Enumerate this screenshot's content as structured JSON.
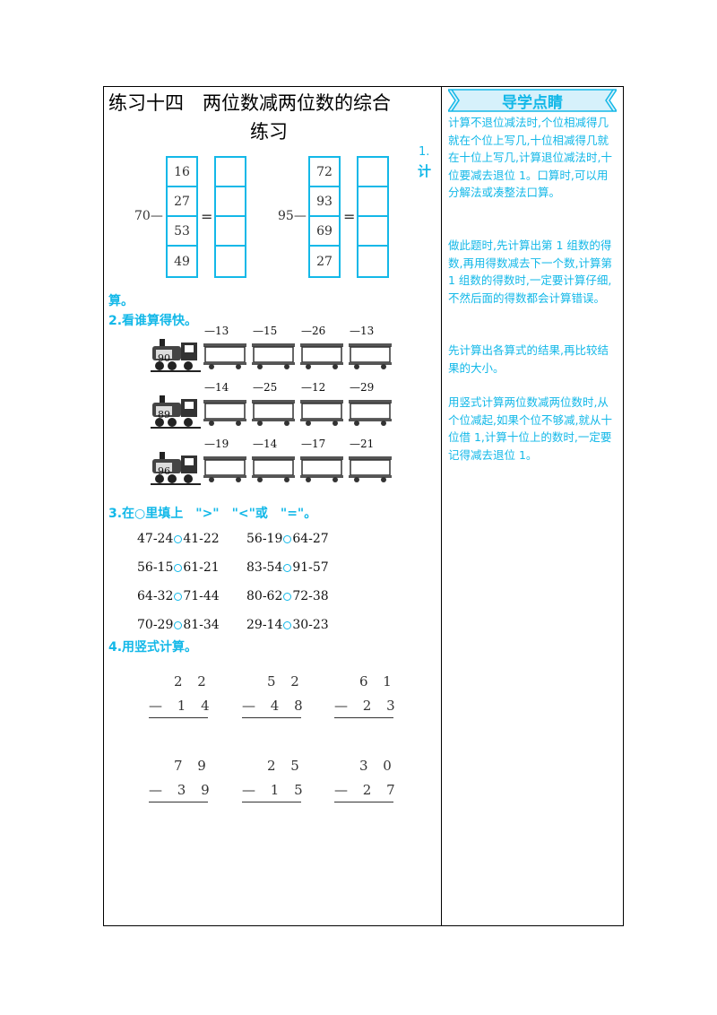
{
  "title_line1": "练习十四　两位数减两位数的综合",
  "title_line2": "练习",
  "q1": {
    "label_num": "1.",
    "label_char": "计",
    "label_tail": "算。",
    "left_minuend": "70—",
    "left_values": [
      "16",
      "27",
      "53",
      "49"
    ],
    "right_minuend": "95—",
    "right_values": [
      "72",
      "93",
      "69",
      "27"
    ],
    "equals": "="
  },
  "q2": {
    "label": "2.看谁算得快。",
    "trains": [
      {
        "start": "90",
        "subs": [
          "—13",
          "—15",
          "—26",
          "—13"
        ]
      },
      {
        "start": "89",
        "subs": [
          "—14",
          "—25",
          "—12",
          "—29"
        ]
      },
      {
        "start": "96",
        "subs": [
          "—19",
          "—14",
          "—17",
          "—21"
        ]
      }
    ]
  },
  "q3": {
    "label": "3.在○里填上　\">\"　\"<\"或　\"=\"。",
    "rows": [
      [
        [
          "47-24",
          "41-22"
        ],
        [
          "56-19",
          "64-27"
        ]
      ],
      [
        [
          "56-15",
          "61-21"
        ],
        [
          "83-54",
          "91-57"
        ]
      ],
      [
        [
          "64-32",
          "71-44"
        ],
        [
          "80-62",
          "72-38"
        ]
      ],
      [
        [
          "70-29",
          "81-34"
        ],
        [
          "29-14",
          "30-23"
        ]
      ]
    ]
  },
  "q4": {
    "label": "4.用竖式计算。",
    "problems": [
      {
        "top": "2 2",
        "bottom": "— 1 4"
      },
      {
        "top": "5 2",
        "bottom": "— 4 8"
      },
      {
        "top": "6 1",
        "bottom": "— 2 3"
      },
      {
        "top": "7 9",
        "bottom": "— 3 9"
      },
      {
        "top": "2 5",
        "bottom": "— 1 5"
      },
      {
        "top": "3 0",
        "bottom": "— 2 7"
      }
    ]
  },
  "side": {
    "banner": "导学点睛",
    "notes": [
      "计算不退位减法时,个位相减得几就在个位上写几,十位相减得几就在十位上写几,计算退位减法时,十位要减去退位 1。口算时,可以用分解法或凑整法口算。",
      "做此题时,先计算出第 1 组数的得数,再用得数减去下一个数,计算第 1 组数的得数时,一定要计算仔细,不然后面的得数都会计算错误。",
      "先计算出各算式的结果,再比较结果的大小。",
      "用竖式计算两位数减两位数时,从个位减起,如果个位不够减,就从十位借 1,计算十位上的数时,一定要记得减去退位 1。"
    ]
  },
  "colors": {
    "accent": "#13b8e8"
  }
}
